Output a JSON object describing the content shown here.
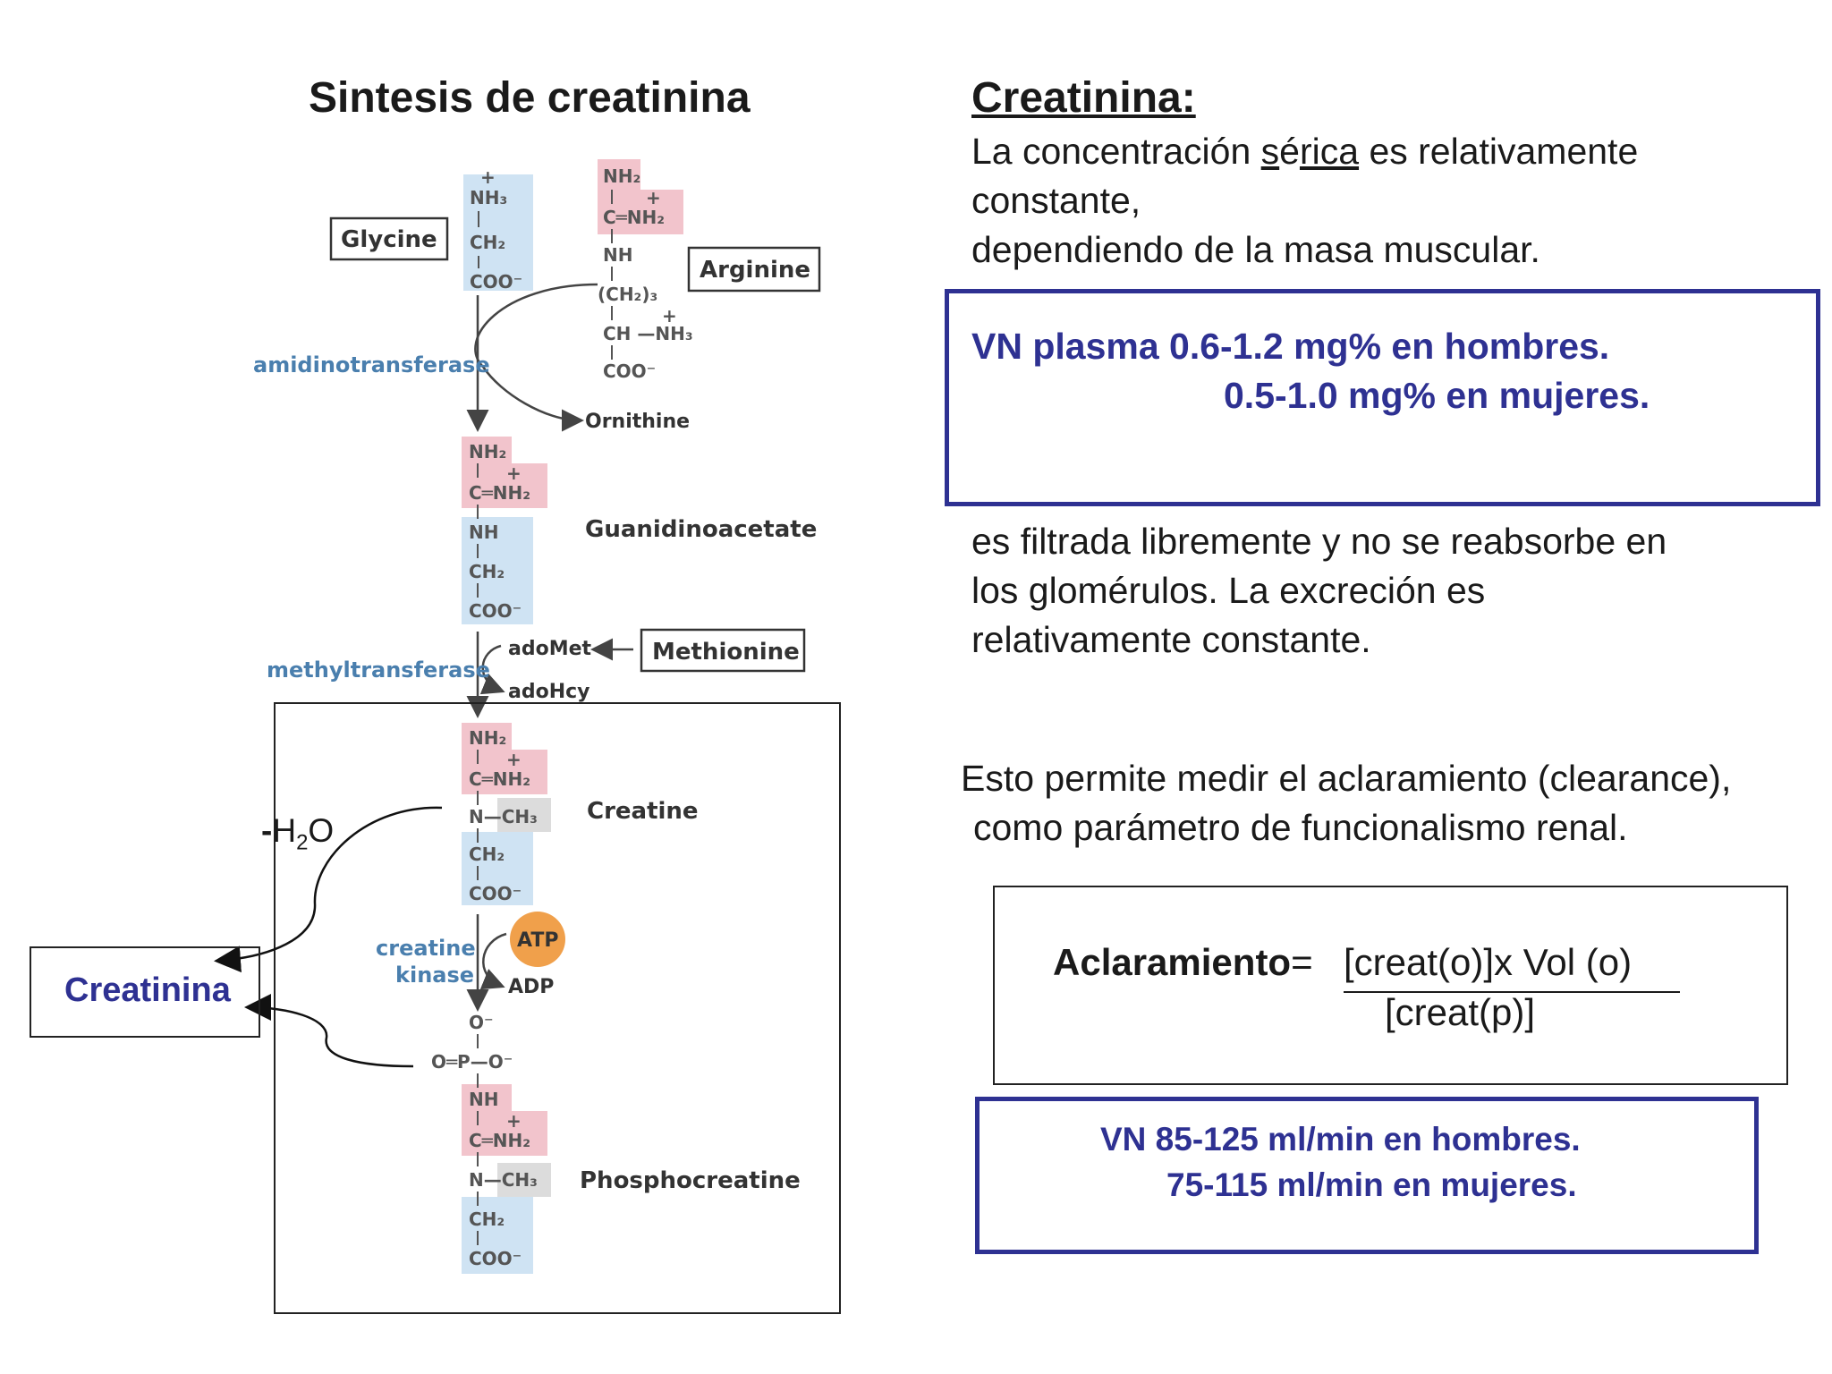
{
  "left": {
    "title": "Sintesis de creatinina",
    "labels": {
      "glycine": "Glycine",
      "arginine": "Arginine",
      "ornithine": "Ornithine",
      "amidinotransferase": "amidinotransferase",
      "guanidinoacetate": "Guanidinoacetate",
      "methyltransferase": "methyltransferase",
      "adomet": "adoMet",
      "adohcy": "adoHcy",
      "methionine": "Methionine",
      "creatine": "Creatine",
      "creatine_kinase_1": "creatine",
      "creatine_kinase_2": "kinase",
      "atp": "ATP",
      "adp": "ADP",
      "phosphocreatine": "Phosphocreatine"
    },
    "h2o": {
      "minus": "-",
      "h": "H",
      "sub": "2",
      "o": "O"
    },
    "creatinina_box": "Creatinina",
    "chem": {
      "nh3": "NH₃",
      "ch2": "CH₂",
      "coo": "COO⁻",
      "nh2": "NH₂",
      "c_nh2": "C═NH₂",
      "nh": "NH",
      "ch2_3": "(CH₂)₃",
      "ch_nh3": "CH —NH₃",
      "n_ch3": "N—CH₃",
      "o_minus": "O⁻",
      "o_p_o": "O═P—O⁻",
      "plus": "+"
    }
  },
  "right": {
    "heading": "Creatinina:",
    "para1": {
      "line1_a": "La concentración ",
      "line1_s": "s",
      "line1_e": "é",
      "line1_rica": "rica",
      "line1_b": " es relativamente",
      "line2": "constante,",
      "line3": "dependiendo de la masa muscular."
    },
    "vn_plasma": {
      "line1": "VN plasma 0.6-1.2 mg% en hombres.",
      "line2": "0.5-1.0 mg% en mujeres."
    },
    "para2": {
      "line1": "es filtrada libremente y no se reabsorbe en",
      "line2": "los glomérulos. La excreción es",
      "line3": "relativamente constante."
    },
    "para3": {
      "line1": "Esto permite medir el aclaramiento (clearance),",
      "line2": "como parámetro de funcionalismo renal."
    },
    "formula": {
      "label": "Aclaramiento",
      "equals": "= ",
      "numerator": "[creat(o)]x Vol (o)",
      "denominator": "[creat(p)]"
    },
    "vn_clearance": {
      "line1": "VN 85-125 ml/min en hombres.",
      "line2": "75-115 ml/min en mujeres."
    }
  },
  "colors": {
    "accent_blue": "#2e3192",
    "enzyme_blue": "#4a7fae",
    "pink_highlight": "#f2c4cc",
    "blue_highlight": "#cfe3f3",
    "atp_orange": "#f0a04b"
  }
}
